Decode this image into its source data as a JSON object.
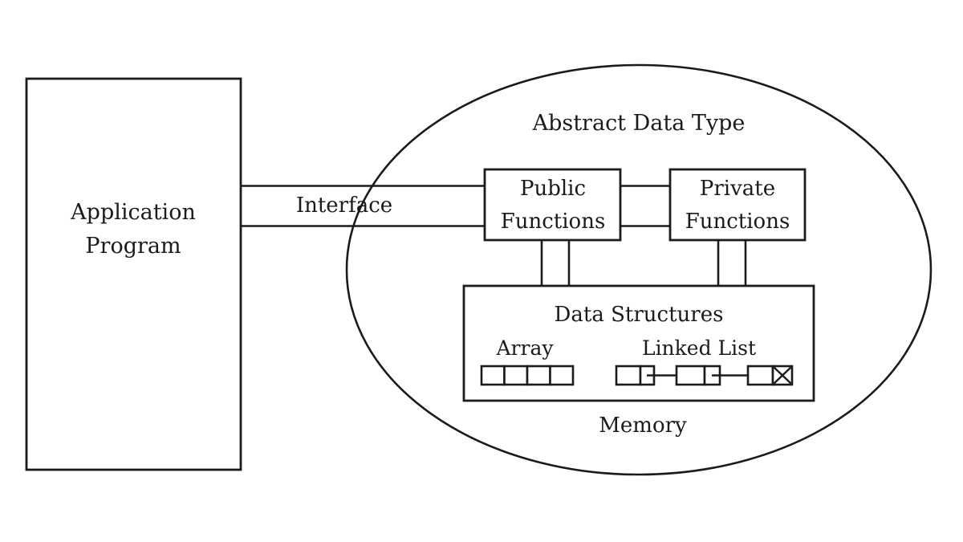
{
  "diagram": {
    "title": "Abstract Data Type",
    "theme": {
      "stroke": "#1b1b1b",
      "background": "#ffffff",
      "text": "#1b1b1b"
    },
    "application": {
      "line1": "Application",
      "line2": "Program"
    },
    "interface": {
      "label": "Interface"
    },
    "public_functions": {
      "line1": "Public",
      "line2": "Functions"
    },
    "private_functions": {
      "line1": "Private",
      "line2": "Functions"
    },
    "data_structures": {
      "title": "Data Structures",
      "array_label": "Array",
      "linked_list_label": "Linked List",
      "array_cells": 4,
      "linked_list_nodes": 3,
      "null_terminator": "X"
    },
    "memory": {
      "label": "Memory"
    }
  }
}
